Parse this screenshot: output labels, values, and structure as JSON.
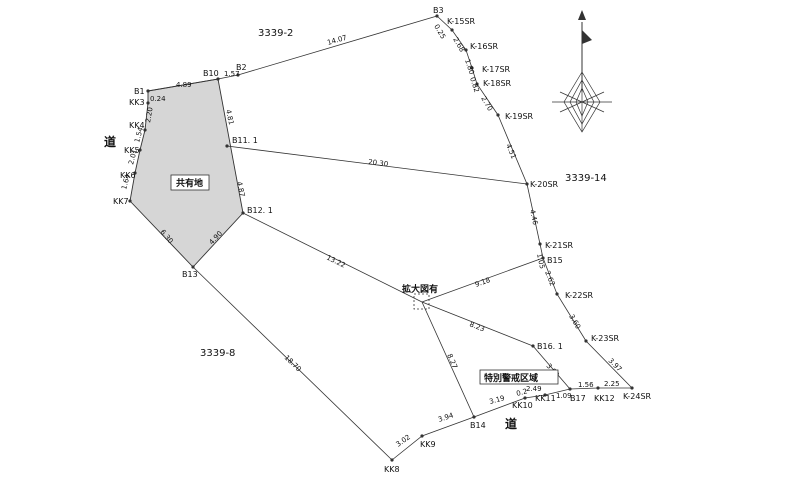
{
  "parcels": {
    "north": "3339-2",
    "east": "3339-14",
    "southwest": "3339-8"
  },
  "labels": {
    "shared_land": "共有地",
    "enlarged_view": "拡大図有",
    "special_zone": "特別警戒区域",
    "road_west": "道",
    "road_south": "道"
  },
  "points": {
    "B1": "B1",
    "KK3": "KK3",
    "KK4": "KK4",
    "KK5": "KK5",
    "KK6": "KK6",
    "KK7": "KK7",
    "B10": "B10",
    "B2": "B2",
    "B3": "B3",
    "B11": "B11. 1",
    "B12": "B12. 1",
    "B13": "B13",
    "K15": "K-15SR",
    "K16": "K-16SR",
    "K17": "K-17SR",
    "K18": "K-18SR",
    "K19": "K-19SR",
    "K20": "K-20SR",
    "K21": "K-21SR",
    "B15": "B15",
    "K22": "K-22SR",
    "K23": "K-23SR",
    "K24": "K-24SR",
    "B16": "B16. 1",
    "B17": "B17",
    "KK12": "KK12",
    "KK11": "KK11",
    "KK10": "KK10",
    "B14": "B14",
    "KK9": "KK9",
    "KK8": "KK8"
  },
  "distances": {
    "b1_b10": "4.89",
    "b10_b2": "1.57",
    "b2_b3": "14.07",
    "b10_b11": "4.81",
    "b11_b12": "4.87",
    "b11_k20": "20.30",
    "b12_b13": "4.90",
    "b13_kk7": "6.30",
    "b12_enl": "13.22",
    "enl_b15": "9.18",
    "enl_b16": "8.23",
    "enl_b14": "8.27",
    "b13_kk8": "18.70",
    "b16_b17": "3.89",
    "b3_k15": "0.25",
    "k15_k16": "2.68",
    "k16_k17": "1.80",
    "k17_k18": "0.82",
    "k18_k19": "2.70",
    "k19_k20": "4.51",
    "k20_k21": "4.46",
    "k21_b15": "1.05",
    "b15_k22": "2.62",
    "k22_k23": "3.60",
    "k23_k24": "3.97",
    "kk12_k24": "2.25",
    "b17_kk12": "1.56",
    "kk11_b17": "1.09",
    "kk10_kk11": "2.49",
    "b14_kk10": "3.19",
    "kk9_b14": "3.94",
    "kk8_kk9": "3.02",
    "west_1": "1.64",
    "west_2": "2.01",
    "west_3": "1.54",
    "west_4": "0.24",
    "west_5": "2.20",
    "small_1": "0.2"
  }
}
